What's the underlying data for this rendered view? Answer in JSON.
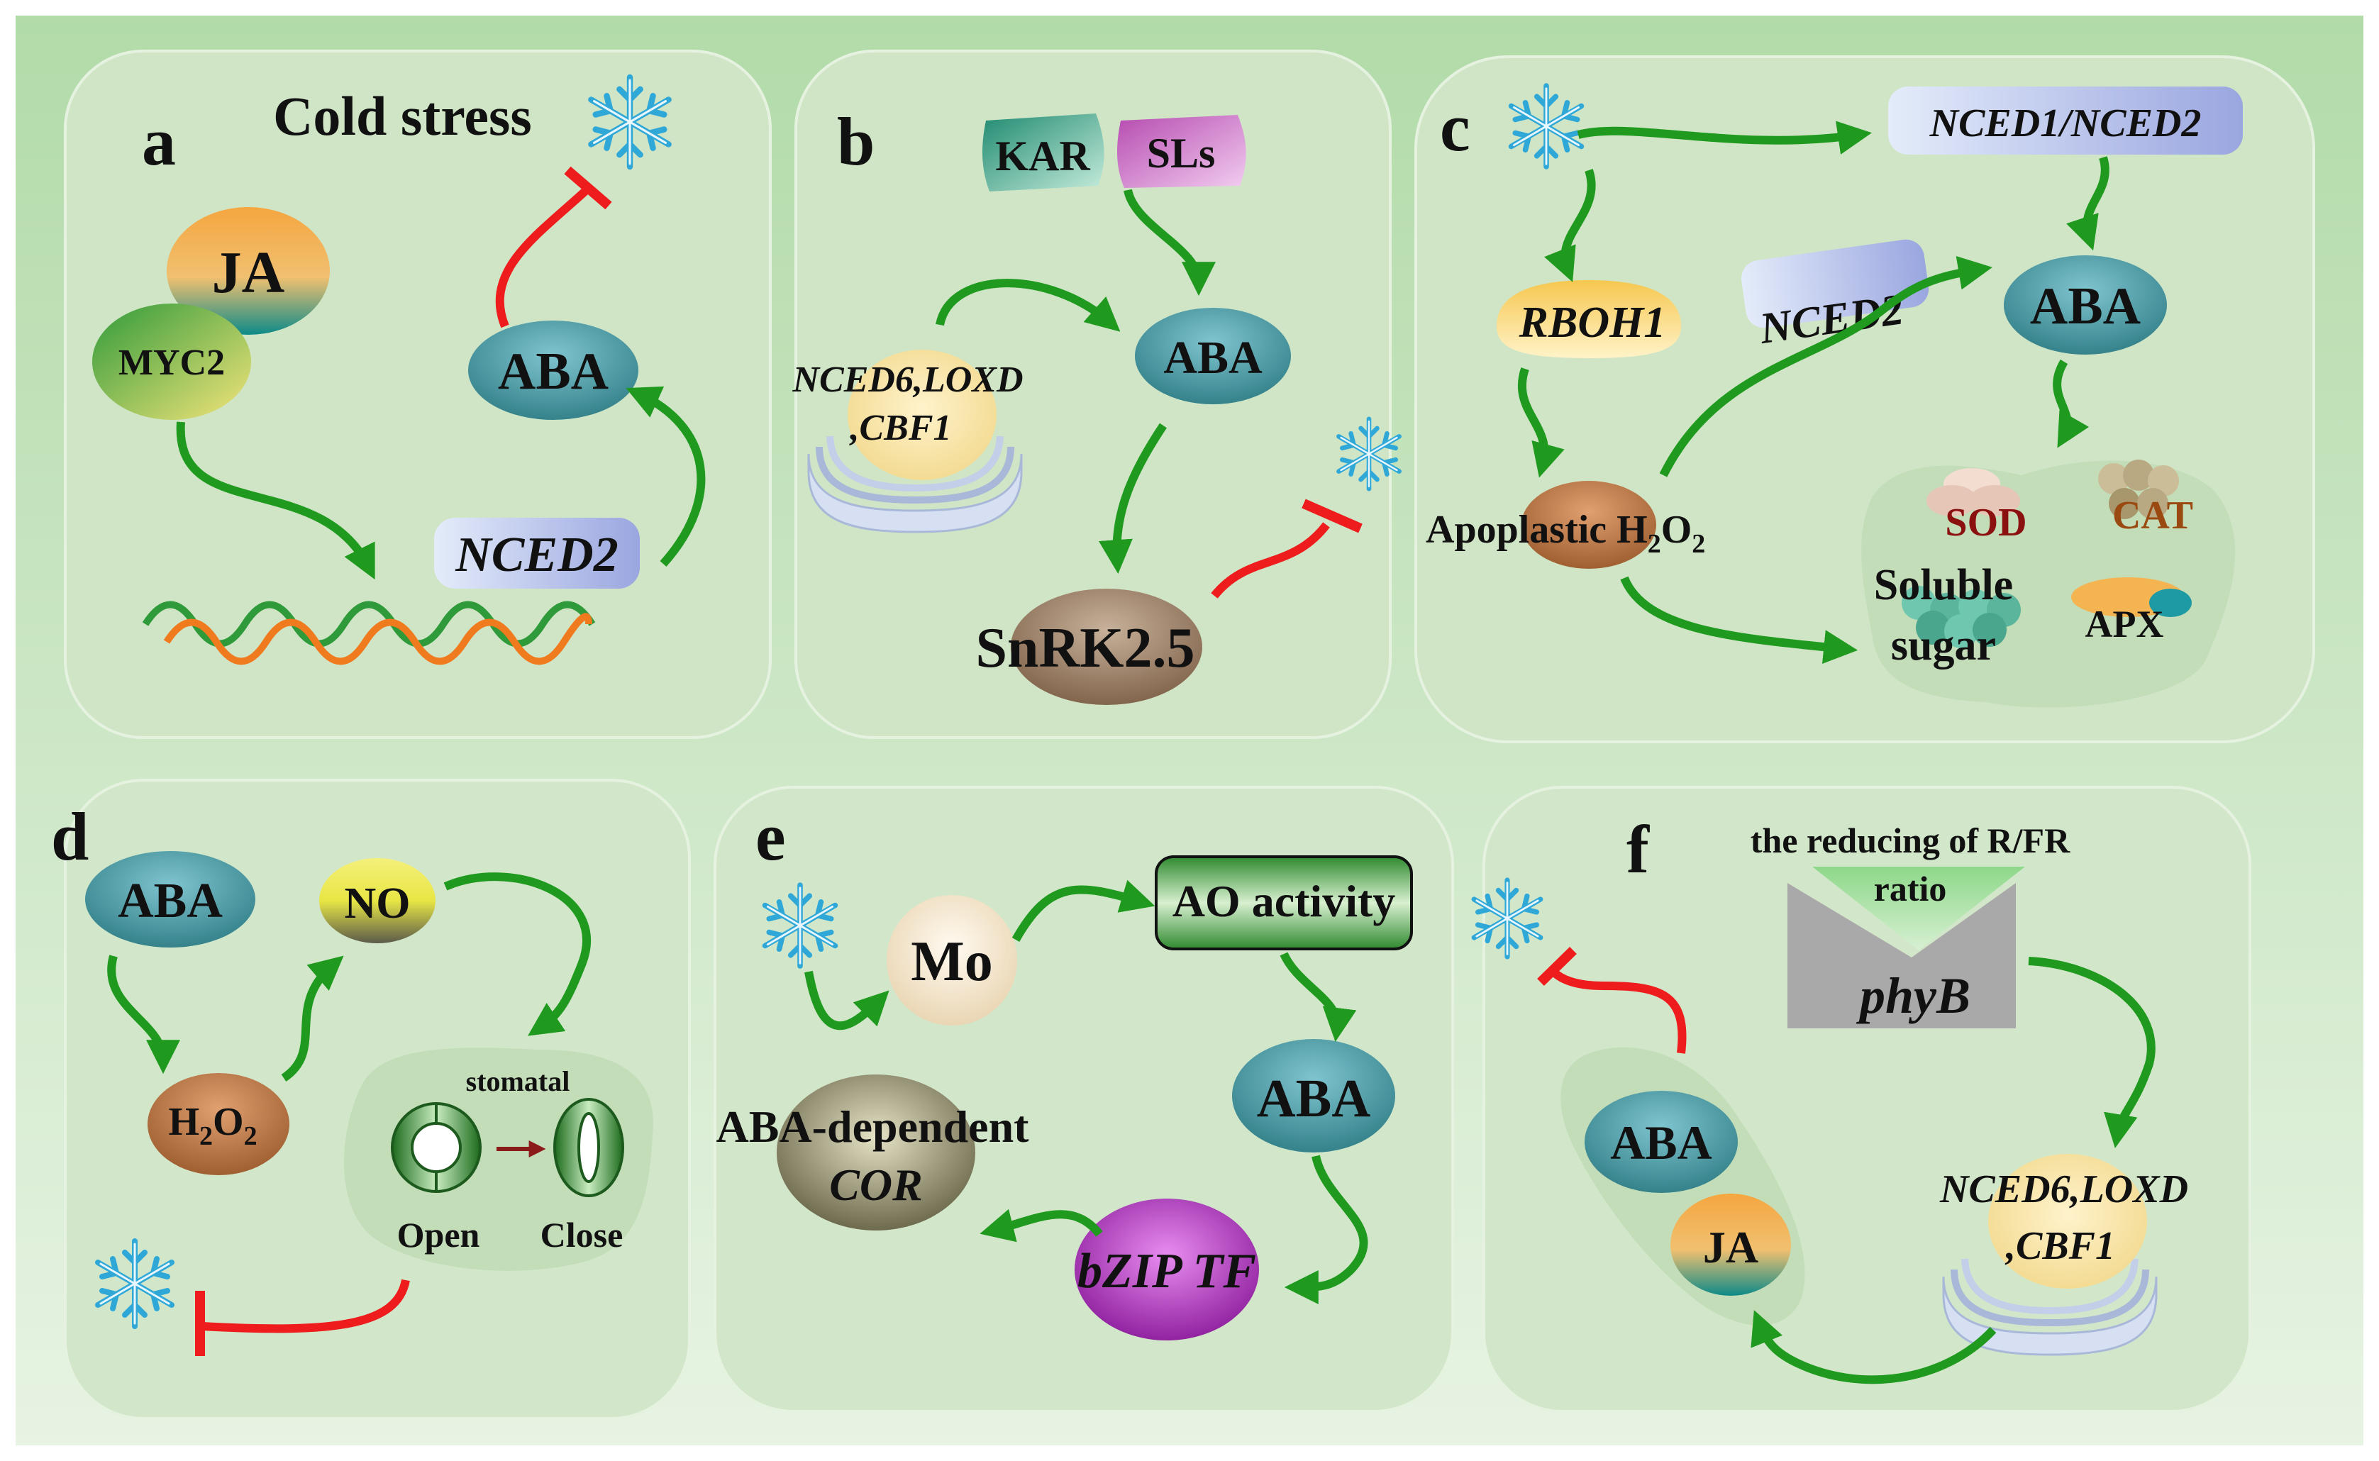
{
  "panels": {
    "a": {
      "letter": "a",
      "title": "Cold stress",
      "ja": "JA",
      "myc2": "MYC2",
      "aba": "ABA",
      "nced2": "NCED2"
    },
    "b": {
      "letter": "b",
      "kar": "KAR",
      "sls": "SLs",
      "aba": "ABA",
      "genes_line1": "NCED6,LOXD",
      "genes_line2": ",CBF1",
      "snrk": "SnRK2.5"
    },
    "c": {
      "letter": "c",
      "nced12": "NCED1/NCED2",
      "rboh1": "RBOH1",
      "nced2": "NCED2",
      "aba": "ABA",
      "apoplastic": "Apoplastic H",
      "h2o2_sub1": "2",
      "h2o2_o": "O",
      "h2o2_sub2": "2",
      "sod": "SOD",
      "cat": "CAT",
      "soluble": "Soluble",
      "sugar": "sugar",
      "apx": "APX"
    },
    "d": {
      "letter": "d",
      "aba": "ABA",
      "no": "NO",
      "h2o2_h": "H",
      "h2o2_sub1": "2",
      "h2o2_o": "O",
      "h2o2_sub2": "2",
      "stomatal": "stomatal",
      "open": "Open",
      "close": "Close"
    },
    "e": {
      "letter": "e",
      "mo": "Mo",
      "ao": "AO activity",
      "aba": "ABA",
      "aba_dependent": "ABA-dependent",
      "cor": "COR",
      "bzip": "bZIP TF"
    },
    "f": {
      "letter": "f",
      "ratio_line1": "the reducing of R/FR",
      "ratio_line2": "ratio",
      "phyb": "phyB",
      "aba": "ABA",
      "ja": "JA",
      "genes_line1": "NCED6,LOXD",
      "genes_line2": ",CBF1"
    }
  },
  "colors": {
    "activation_arrow": "#1f9a1f",
    "inhibition": "#ee1c1c",
    "panel_bg": "#cfe6c6",
    "background": "#b4dcac"
  }
}
